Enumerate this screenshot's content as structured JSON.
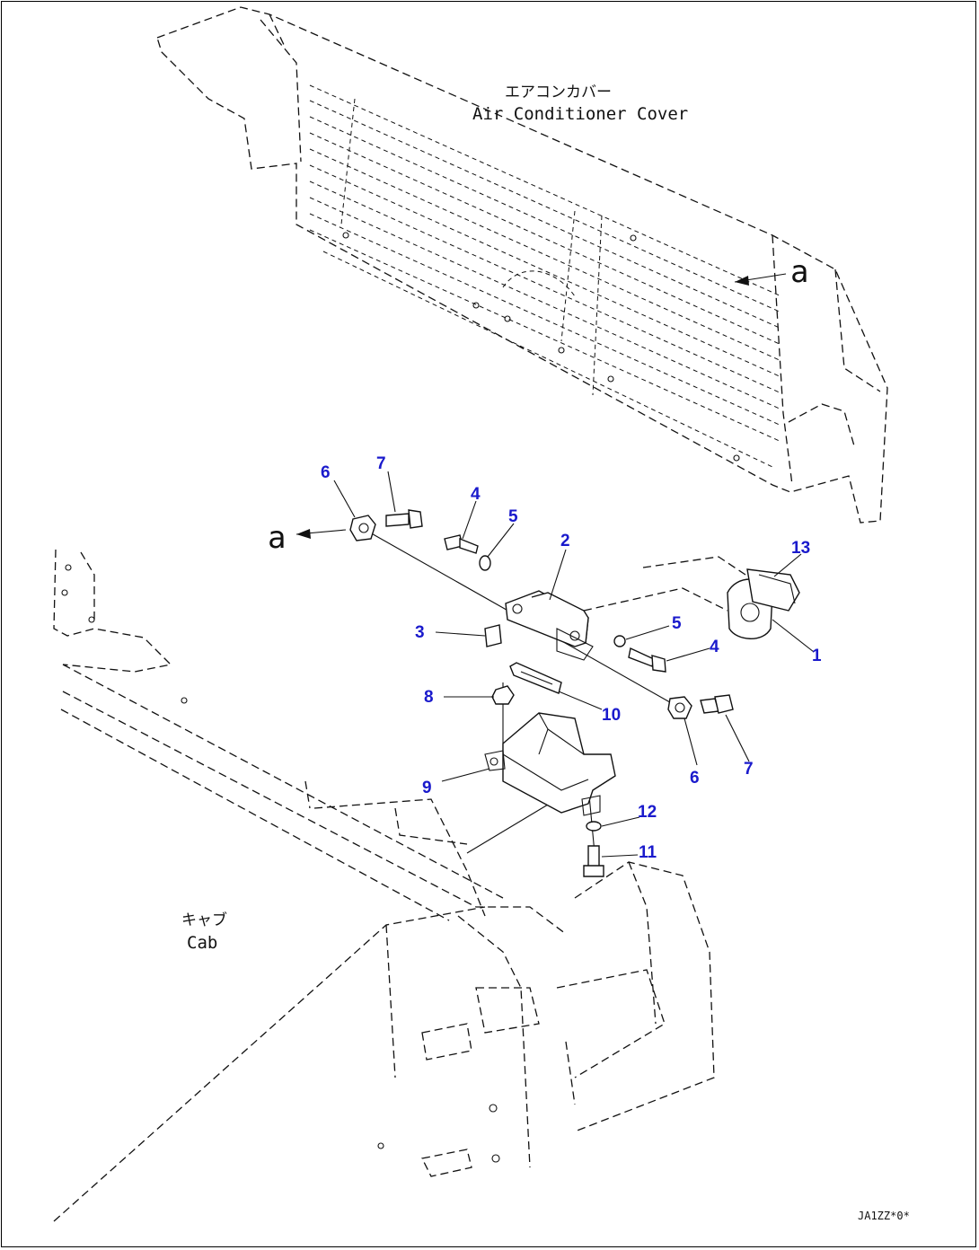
{
  "labels": {
    "cover_jp": "エアコンカバー",
    "cover_en": "Air Conditioner Cover",
    "cab_jp": "キャブ",
    "cab_en": "Cab",
    "ref_a_top": "a",
    "ref_a_left": "a",
    "drawing_code": "JA1ZZ*0*"
  },
  "callouts": [
    {
      "id": "c6a",
      "text": "6"
    },
    {
      "id": "c7a",
      "text": "7"
    },
    {
      "id": "c4a",
      "text": "4"
    },
    {
      "id": "c5a",
      "text": "5"
    },
    {
      "id": "c2",
      "text": "2"
    },
    {
      "id": "c13",
      "text": "13"
    },
    {
      "id": "c3",
      "text": "3"
    },
    {
      "id": "c5b",
      "text": "5"
    },
    {
      "id": "c4b",
      "text": "4"
    },
    {
      "id": "c1",
      "text": "1"
    },
    {
      "id": "c8",
      "text": "8"
    },
    {
      "id": "c10",
      "text": "10"
    },
    {
      "id": "c9",
      "text": "9"
    },
    {
      "id": "c6b",
      "text": "6"
    },
    {
      "id": "c7b",
      "text": "7"
    },
    {
      "id": "c12",
      "text": "12"
    },
    {
      "id": "c11",
      "text": "11"
    }
  ],
  "colors": {
    "callout": "#1a1acc",
    "line": "#111111"
  }
}
